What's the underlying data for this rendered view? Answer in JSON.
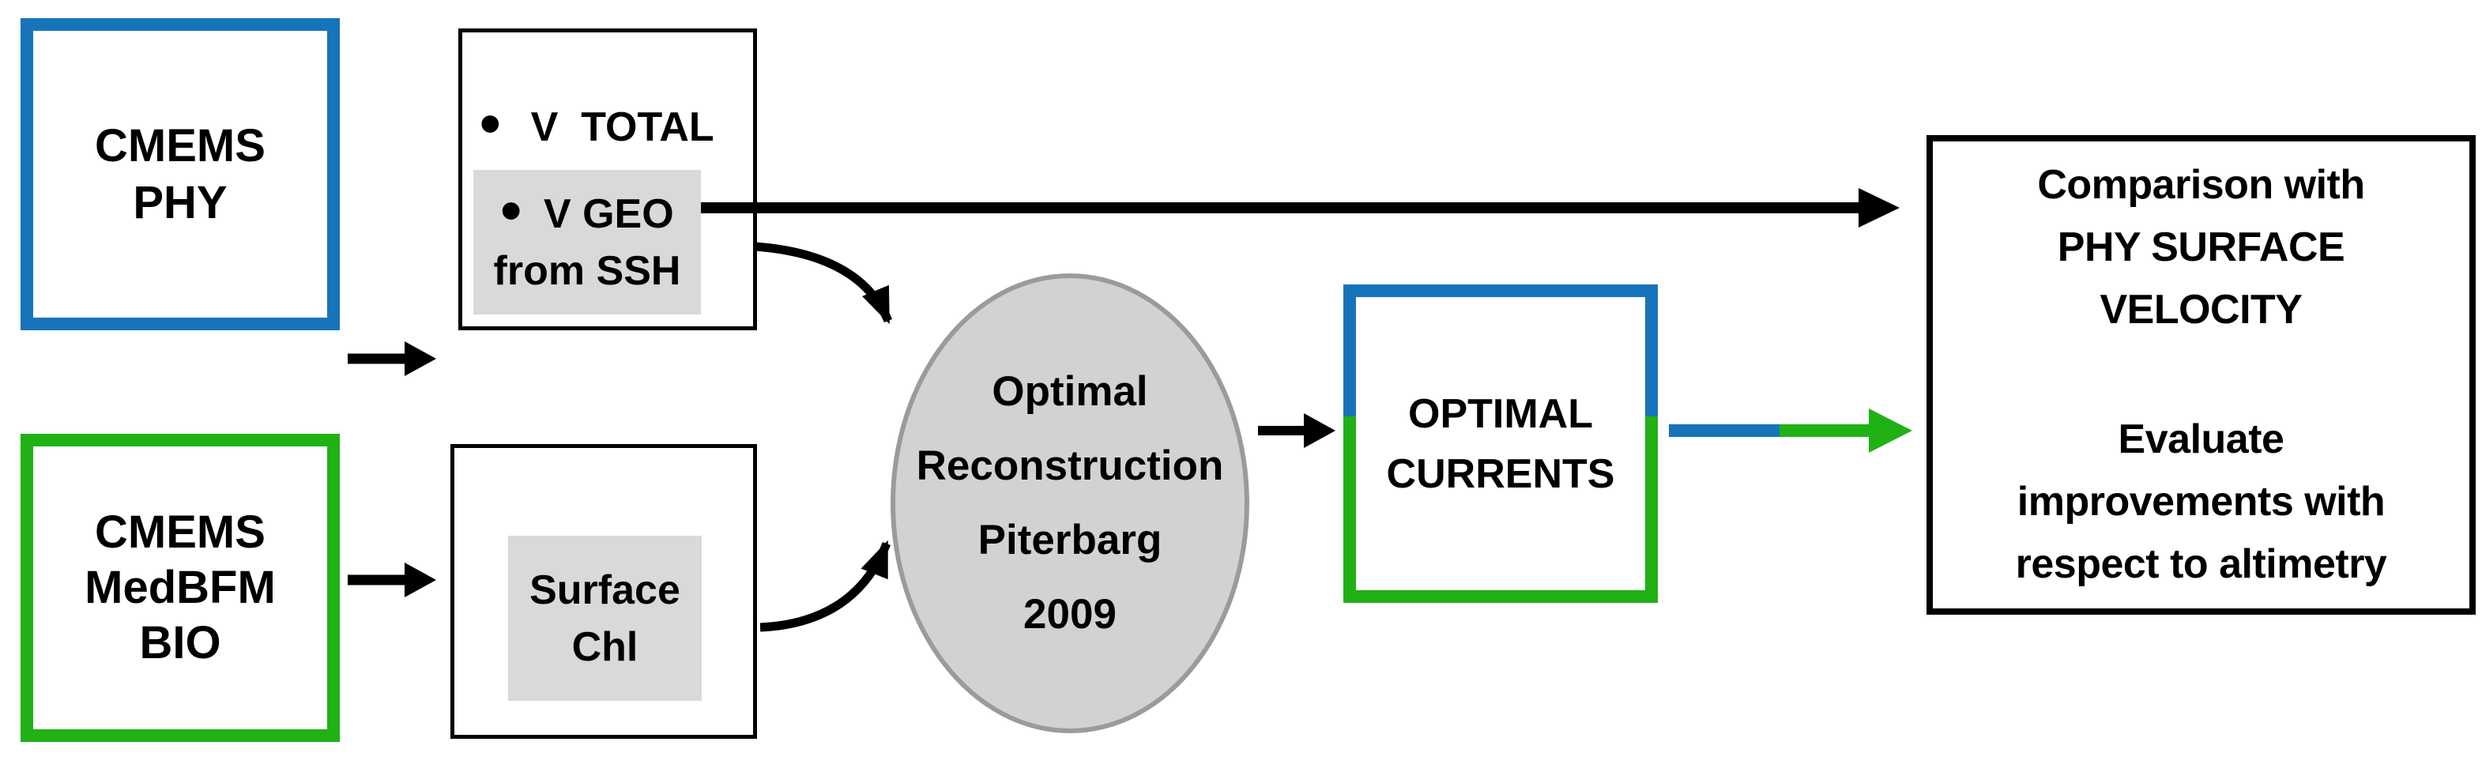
{
  "colors": {
    "blue": "#1774BB",
    "green": "#20B115",
    "highlight": "#D9D9D9",
    "circlefill": "#D2D2D2",
    "circleborder": "#9B9B9B"
  },
  "boxes": {
    "cmems_phy": {
      "lines": [
        "CMEMS",
        "PHY"
      ]
    },
    "cmems_bio": {
      "lines": [
        "CMEMS",
        "MedBFM",
        "BIO"
      ]
    },
    "velocity": {
      "items": [
        {
          "bullet": "•",
          "label": "V  TOTAL"
        },
        {
          "bullet": "•",
          "label": "V GEO",
          "line2": "from SSH"
        }
      ]
    },
    "surface": {
      "lines": [
        "Surface",
        "Chl"
      ]
    },
    "optimal_currents": {
      "lines": [
        "OPTIMAL",
        "CURRENTS"
      ]
    },
    "comparison": {
      "para1": [
        "Comparison with",
        "PHY SURFACE",
        "VELOCITY"
      ],
      "para2": [
        "Evaluate",
        "improvements with",
        "respect to altimetry"
      ]
    }
  },
  "circle": {
    "lines": [
      "Optimal",
      "Reconstruction",
      "Piterbarg",
      "2009"
    ]
  }
}
